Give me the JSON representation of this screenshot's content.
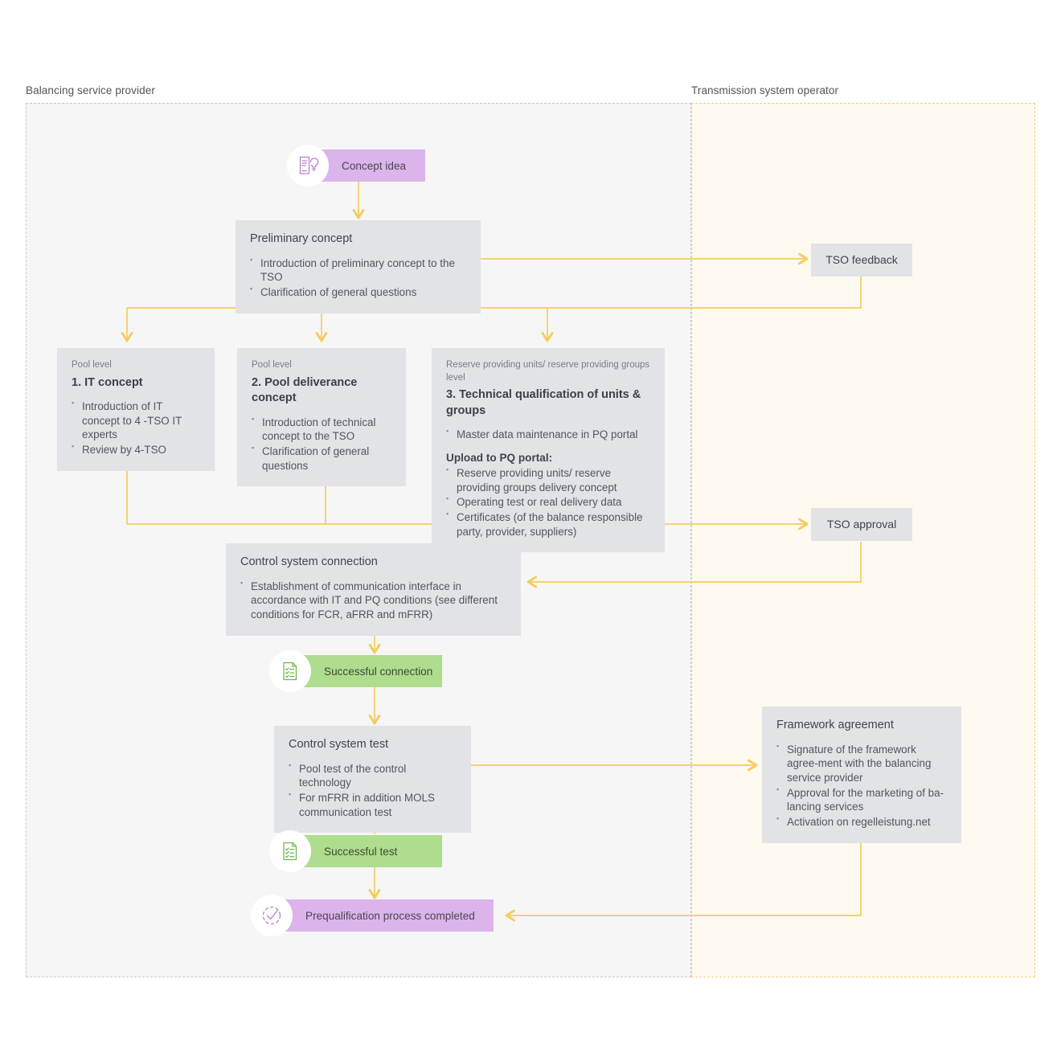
{
  "lanes": {
    "left": {
      "label": "Balancing service provider",
      "bg": "#f6f6f6",
      "border": "#c9c9c9"
    },
    "right": {
      "label": "Transmission system operator",
      "bg": "#fffaef",
      "border": "#f0d27a"
    }
  },
  "colors": {
    "arrow": "#f5c košt",
    "arrow_hex": "#f6cb5e",
    "purple": "#dcb4ec",
    "green": "#aedd8d",
    "gray_box": "#e1e3e6",
    "text": "#55555b"
  },
  "nodes": {
    "concept_idea": {
      "label": "Concept idea",
      "icon": "document-lightbulb-icon",
      "kind": "purple-pill"
    },
    "preliminary_concept": {
      "title": "Preliminary concept",
      "bullets": [
        "Introduction of preliminary concept to the TSO",
        "Clarification of general questions"
      ]
    },
    "tso_feedback": {
      "label": "TSO feedback"
    },
    "it_concept": {
      "eyebrow": "Pool level",
      "title": "1. IT concept",
      "bullets": [
        "Introduction of IT concept to 4 -TSO IT experts",
        "Review by 4-TSO"
      ]
    },
    "pool_deliverance_concept": {
      "eyebrow": "Pool level",
      "title": "2. Pool deliverance concept",
      "bullets": [
        "Introduction of technical concept to the TSO",
        "Clarification of general questions"
      ]
    },
    "technical_qualification": {
      "eyebrow": "Reserve providing units/ reserve providing groups level",
      "title": "3. Technical qualification of units & groups",
      "bullets": [
        "Master data maintenance in PQ portal"
      ],
      "sub_heading": "Upload to PQ portal:",
      "sub_bullets": [
        "Reserve providing units/ reserve providing groups delivery concept",
        "Operating test or real delivery data",
        "Certificates (of the balance responsible party, provider, suppliers)"
      ]
    },
    "tso_approval": {
      "label": "TSO approval"
    },
    "control_system_connection": {
      "title": "Control system connection",
      "bullets": [
        "Establishment of communication interface in accordance with IT and PQ conditions (see different conditions for FCR, aFRR and mFRR)"
      ]
    },
    "successful_connection": {
      "label": "Successful connection",
      "icon": "checklist-icon",
      "kind": "green-pill"
    },
    "control_system_test": {
      "title": "Control system test",
      "bullets": [
        "Pool test of the control technology",
        "For mFRR in addition MOLS communication test"
      ]
    },
    "framework_agreement": {
      "title": "Framework agreement",
      "bullets": [
        "Signature of the framework agree-ment with the balancing service provider",
        "Approval for the marketing of ba-lancing services",
        "Activation on regelleistung.net"
      ]
    },
    "successful_test": {
      "label": "Successful test",
      "icon": "checklist-icon",
      "kind": "green-pill"
    },
    "prequalification_completed": {
      "label": "Prequalification process completed",
      "icon": "check-circle-dashed-icon",
      "kind": "purple-pill"
    }
  }
}
